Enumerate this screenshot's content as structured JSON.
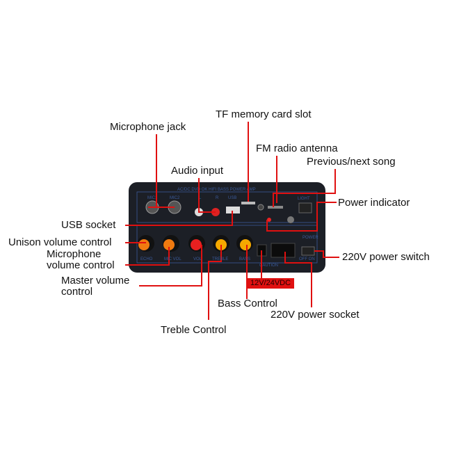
{
  "callouts": {
    "tf_slot": "TF memory card slot",
    "mic_jack": "Microphone jack",
    "audio_input": "Audio input",
    "fm_antenna": "FM radio antenna",
    "prev_next": "Previous/next song",
    "power_indicator": "Power indicator",
    "usb_socket": "USB socket",
    "unison_volume": "Unison volume control",
    "mic_volume_1": "Microphone",
    "mic_volume_2": "volume control",
    "master_volume_1": "Master volume",
    "master_volume_2": "control",
    "bass": "Bass Control",
    "treble": "Treble Control",
    "dc_input": "12V/24VDC",
    "power_socket": "220V power socket",
    "power_switch": "220V power switch"
  },
  "panel": {
    "header": "AC/DC  DVD OK  HIFI  BASS POWER AMP",
    "mic1": "MIC1",
    "mic2": "MIC2",
    "l": "L",
    "r": "R",
    "usb": "USB",
    "knobs": [
      "ECHO",
      "MIC VOL",
      "VOL",
      "TREBLE",
      "BASS"
    ],
    "light": "LIGHT",
    "power": "POWER",
    "off_on": "OFF  ON",
    "caution": "CAUTION"
  },
  "colors": {
    "callout_line": "#e01010",
    "panel": "#1c1f26",
    "knob_orange": "#f07a10",
    "knob_red": "#e82020",
    "knob_yellow": "#f5a800"
  }
}
